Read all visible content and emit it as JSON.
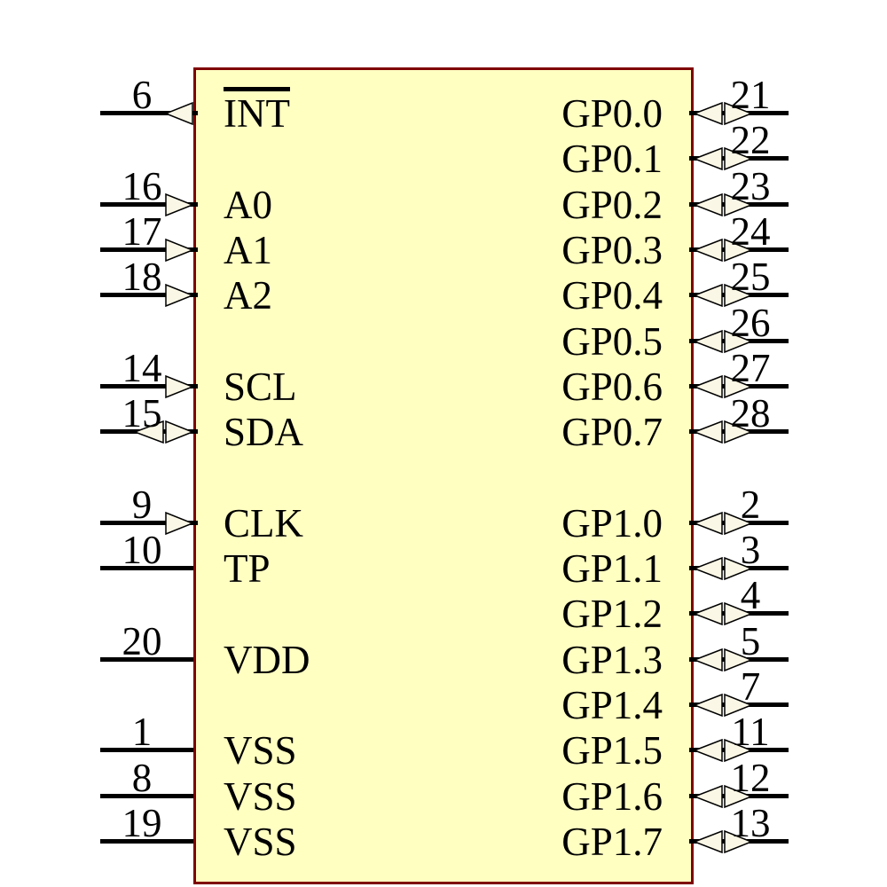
{
  "diagram": {
    "type": "ic-schematic-symbol",
    "colors": {
      "background": "#FFFFFF",
      "chip_fill": "#FFFFC2",
      "chip_border": "#7F0000",
      "wire": "#000000",
      "arrow_fill": "#FBF7E6",
      "text": "#000000"
    },
    "left_pins": [
      {
        "number": "6",
        "label": "INT",
        "dir": "out",
        "overline": true,
        "row": 1
      },
      {
        "number": "16",
        "label": "A0",
        "dir": "in",
        "overline": false,
        "row": 3
      },
      {
        "number": "17",
        "label": "A1",
        "dir": "in",
        "overline": false,
        "row": 4
      },
      {
        "number": "18",
        "label": "A2",
        "dir": "in",
        "overline": false,
        "row": 5
      },
      {
        "number": "14",
        "label": "SCL",
        "dir": "in",
        "overline": false,
        "row": 7
      },
      {
        "number": "15",
        "label": "SDA",
        "dir": "bidir",
        "overline": false,
        "row": 8
      },
      {
        "number": "9",
        "label": "CLK",
        "dir": "in",
        "overline": false,
        "row": 10
      },
      {
        "number": "10",
        "label": "TP",
        "dir": "plain",
        "overline": false,
        "row": 11
      },
      {
        "number": "20",
        "label": "VDD",
        "dir": "plain",
        "overline": false,
        "row": 13
      },
      {
        "number": "1",
        "label": "VSS",
        "dir": "plain",
        "overline": false,
        "row": 15
      },
      {
        "number": "8",
        "label": "VSS",
        "dir": "plain",
        "overline": false,
        "row": 16
      },
      {
        "number": "19",
        "label": "VSS",
        "dir": "plain",
        "overline": false,
        "row": 17
      }
    ],
    "right_pins": [
      {
        "number": "21",
        "label": "GP0.0",
        "dir": "bidir",
        "row": 1
      },
      {
        "number": "22",
        "label": "GP0.1",
        "dir": "bidir",
        "row": 2
      },
      {
        "number": "23",
        "label": "GP0.2",
        "dir": "bidir",
        "row": 3
      },
      {
        "number": "24",
        "label": "GP0.3",
        "dir": "bidir",
        "row": 4
      },
      {
        "number": "25",
        "label": "GP0.4",
        "dir": "bidir",
        "row": 5
      },
      {
        "number": "26",
        "label": "GP0.5",
        "dir": "bidir",
        "row": 6
      },
      {
        "number": "27",
        "label": "GP0.6",
        "dir": "bidir",
        "row": 7
      },
      {
        "number": "28",
        "label": "GP0.7",
        "dir": "bidir",
        "row": 8
      },
      {
        "number": "2",
        "label": "GP1.0",
        "dir": "bidir",
        "row": 10
      },
      {
        "number": "3",
        "label": "GP1.1",
        "dir": "bidir",
        "row": 11
      },
      {
        "number": "4",
        "label": "GP1.2",
        "dir": "bidir",
        "row": 12
      },
      {
        "number": "5",
        "label": "GP1.3",
        "dir": "bidir",
        "row": 13
      },
      {
        "number": "7",
        "label": "GP1.4",
        "dir": "bidir",
        "row": 14
      },
      {
        "number": "11",
        "label": "GP1.5",
        "dir": "bidir",
        "row": 15
      },
      {
        "number": "12",
        "label": "GP1.6",
        "dir": "bidir",
        "row": 16
      },
      {
        "number": "13",
        "label": "GP1.7",
        "dir": "bidir",
        "row": 17
      }
    ]
  }
}
